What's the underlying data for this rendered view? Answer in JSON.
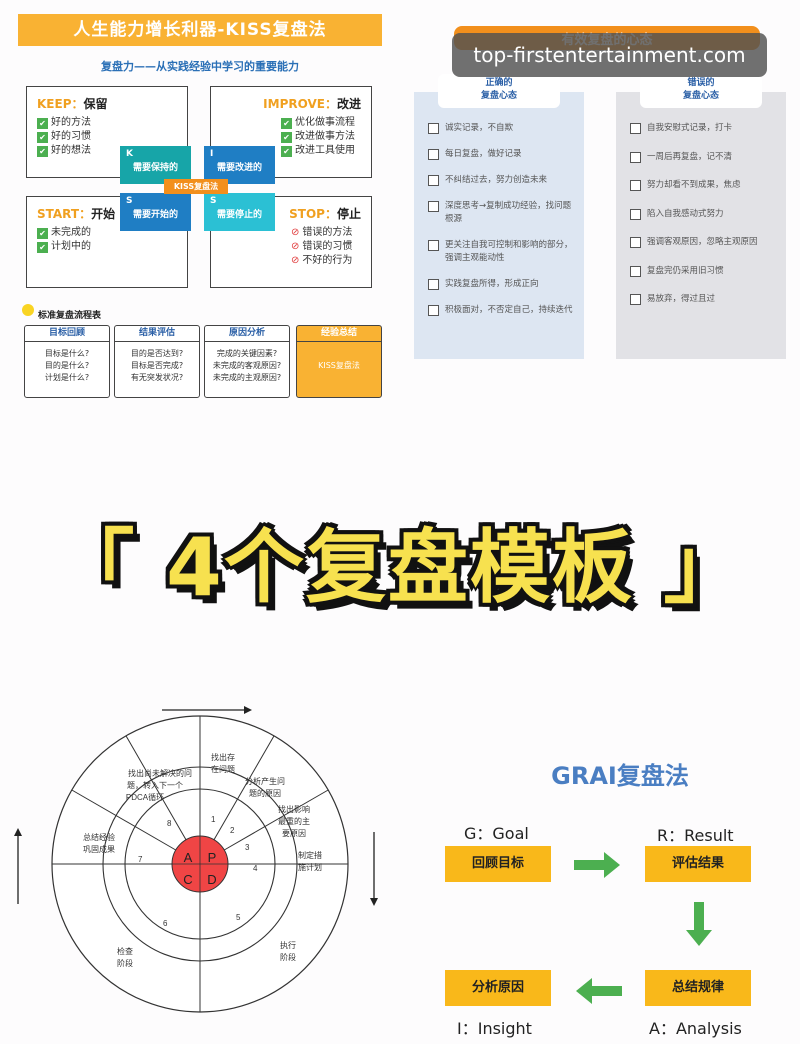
{
  "kiss": {
    "title": "人生能力增长利器-KISS复盘法",
    "subtitle": "复盘力——从实践经验中学习的重要能力",
    "keep": {
      "en": "KEEP：",
      "zh": "保留",
      "items": [
        "好的方法",
        "好的习惯",
        "好的想法"
      ]
    },
    "improve": {
      "en": "IMPROVE：",
      "zh": "改进",
      "items": [
        "优化做事流程",
        "改进做事方法",
        "改进工具使用"
      ]
    },
    "start": {
      "en": "START：",
      "zh": "开始",
      "items": [
        "未完成的",
        "计划中的"
      ]
    },
    "stop": {
      "en": "STOP：",
      "zh": "停止",
      "items": [
        "错误的方法",
        "错误的习惯",
        "不好的行为"
      ]
    },
    "tiles": {
      "k": {
        "letter": "K",
        "label": "需要保持的"
      },
      "i": {
        "letter": "I",
        "label": "需要改进的"
      },
      "s1": {
        "letter": "S",
        "label": "需要开始的"
      },
      "s2": {
        "letter": "S",
        "label": "需要停止的"
      }
    },
    "center_label": "KISS复盘法",
    "flow_title": "标准复盘流程表",
    "flow": [
      {
        "head": "目标回顾",
        "lines": [
          "目标是什么?",
          "目的是什么?",
          "计划是什么?"
        ]
      },
      {
        "head": "结果评估",
        "lines": [
          "目的是否达到?",
          "目标是否完成?",
          "有无突发状况?"
        ]
      },
      {
        "head": "原因分析",
        "lines": [
          "完成的关键因素?",
          "未完成的客观原因?",
          "未完成的主观原因?"
        ]
      },
      {
        "head": "经验总结",
        "lines": [
          "KISS复盘法"
        ]
      }
    ],
    "colors": {
      "accent": "#f9b233",
      "teal": "#17a5a8",
      "blue": "#1f7ec4",
      "cyan": "#2bc0d4"
    }
  },
  "mindset": {
    "banner": "有效复盘的心态",
    "good": {
      "head": [
        "正确的",
        "复盘心态"
      ],
      "items": [
        "诚实记录，不自欺",
        "每日复盘，做好记录",
        "不纠结过去，努力创造未来",
        "深度思考→复制成功经验，找问题根源",
        "更关注自我可控制和影响的部分，强调主观能动性",
        "实践复盘所得，形成正向",
        "积极面对，不否定自己，持续迭代"
      ]
    },
    "bad": {
      "head": [
        "错误的",
        "复盘心态"
      ],
      "items": [
        "自我安慰式记录，打卡",
        "一周后再复盘，记不清",
        "努力却看不到成果，焦虑",
        "陷入自我感动式努力",
        "强调客观原因，忽略主观原因",
        "复盘完仍采用旧习惯",
        "易放弃，得过且过"
      ]
    }
  },
  "watermark": "top-firstentertainment.com",
  "big_title": "「 4个复盘模板 」",
  "pdca": {
    "center": [
      "A",
      "P",
      "C",
      "D"
    ],
    "numbers": [
      "1",
      "2",
      "3",
      "4",
      "5",
      "6",
      "7",
      "8"
    ],
    "outer_labels": {
      "s1": [
        "找出存",
        "在问题"
      ],
      "s2": [
        "分析产生问",
        "题的原因"
      ],
      "s3": [
        "找出影响",
        "最重的主",
        "要原因"
      ],
      "s4": [
        "制定措",
        "施计划"
      ],
      "s5": [
        "执行",
        "阶段"
      ],
      "s6": [
        "检查",
        "阶段"
      ],
      "s7": [
        "总结经验",
        "巩固成果"
      ],
      "s8": [
        "找出尚未解决的问",
        "题，转入下一个",
        "PDCA循环"
      ]
    },
    "colors": {
      "center": "#f04545",
      "ring": "#333333"
    }
  },
  "grai": {
    "title": "GRAI复盘法",
    "g_label": "G：Goal",
    "r_label": "R：Result",
    "i_label": "I：Insight",
    "a_label": "A：Analysis",
    "g_box": "回顾目标",
    "r_box": "评估结果",
    "a_box": "总结规律",
    "i_box": "分析原因",
    "colors": {
      "box": "#f9b81a",
      "arrow": "#4caf50"
    }
  }
}
